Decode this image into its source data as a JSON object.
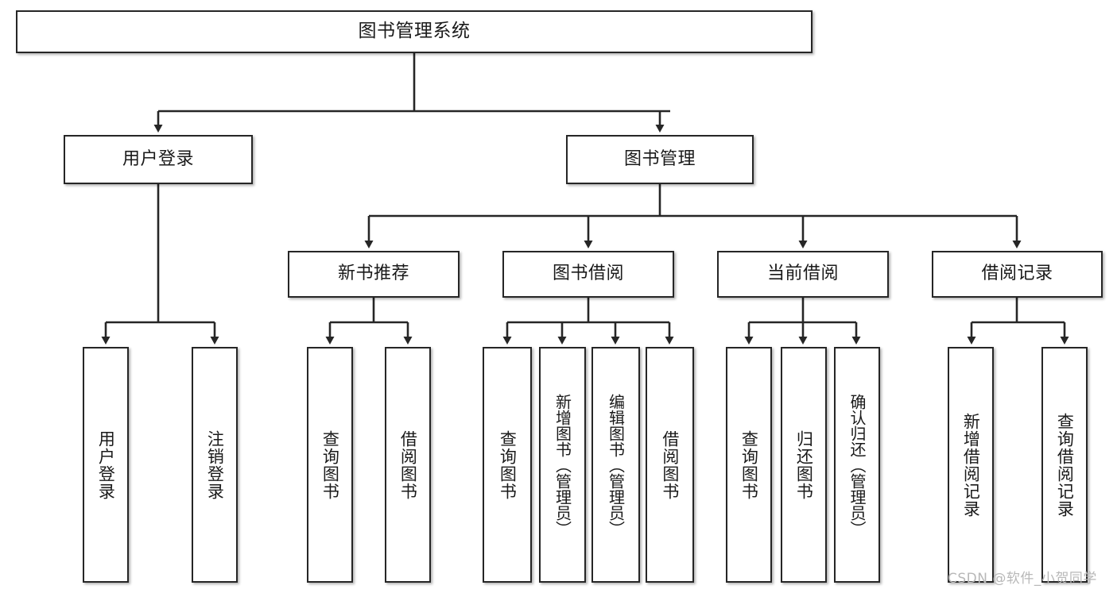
{
  "diagram": {
    "title": "图书管理系统",
    "type": "tree-structure-chart",
    "watermark": "CSDN @软件_小贺同学",
    "edge_color": "#262626",
    "node_border_color": "#262626",
    "node_fill_color": "#ffffff",
    "background_color": "#ffffff"
  },
  "nodes": {
    "root": {
      "label": "图书管理系统"
    },
    "level2": [
      {
        "id": "user-login",
        "label": "用户登录"
      },
      {
        "id": "book-manage",
        "label": "图书管理"
      }
    ],
    "level3": [
      {
        "id": "new-book-recommend",
        "label": "新书推荐"
      },
      {
        "id": "book-borrow",
        "label": "图书借阅"
      },
      {
        "id": "current-borrow",
        "label": "当前借阅"
      },
      {
        "id": "borrow-record",
        "label": "借阅记录"
      }
    ],
    "leaves": {
      "user_login": [
        {
          "id": "leaf-user-login",
          "label": "用户登录"
        },
        {
          "id": "leaf-logout-login",
          "label": "注销登录"
        }
      ],
      "new_book_recommend": [
        {
          "id": "leaf-query-book-1",
          "label": "查询图书"
        },
        {
          "id": "leaf-borrow-book-1",
          "label": "借阅图书"
        }
      ],
      "book_borrow": [
        {
          "id": "leaf-query-book-2",
          "label": "查询图书"
        },
        {
          "id": "leaf-add-book",
          "label": "新增图书（管理员）"
        },
        {
          "id": "leaf-edit-book",
          "label": "编辑图书（管理员）"
        },
        {
          "id": "leaf-borrow-book-2",
          "label": "借阅图书"
        }
      ],
      "current_borrow": [
        {
          "id": "leaf-query-book-3",
          "label": "查询图书"
        },
        {
          "id": "leaf-return-book",
          "label": "归还图书"
        },
        {
          "id": "leaf-confirm-return",
          "label": "确认归还（管理员）"
        }
      ],
      "borrow_record": [
        {
          "id": "leaf-add-record",
          "label": "新增借阅记录"
        },
        {
          "id": "leaf-query-record",
          "label": "查询借阅记录"
        }
      ]
    }
  }
}
